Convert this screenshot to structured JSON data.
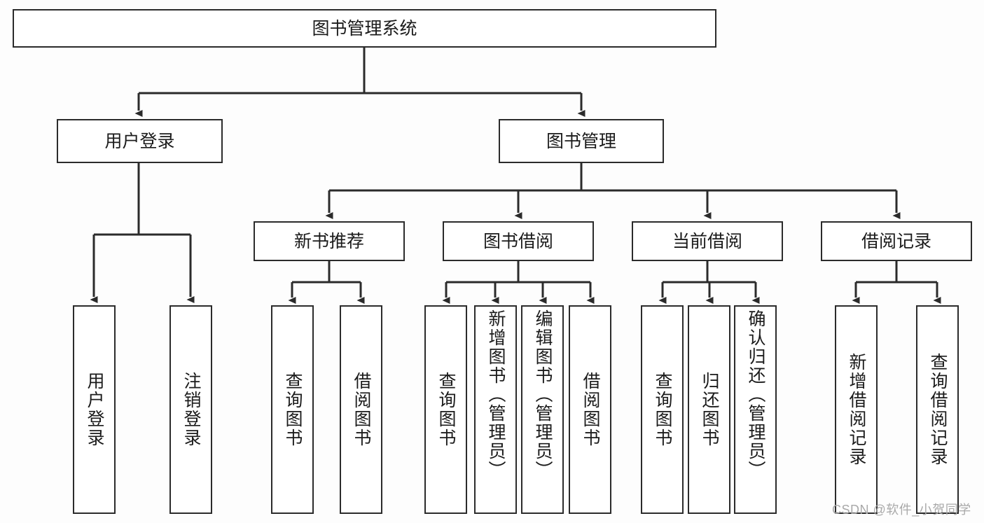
{
  "diagram": {
    "type": "tree-hierarchy",
    "title": "图书管理系统",
    "orientation": "top-down",
    "edge_style": "orthogonal-arrow",
    "colors": {
      "background": "#fdfdfd",
      "node_fill": "#ffffff",
      "node_border": "#2b2b2b",
      "edge": "#2b2b2b",
      "text": "#1b1b1b",
      "watermark": "#a9a9a9"
    },
    "root": {
      "label": "图书管理系统",
      "level": 1
    },
    "level2": [
      {
        "label": "用户登录",
        "level": 2
      },
      {
        "label": "图书管理",
        "level": 2
      }
    ],
    "level3": [
      {
        "label": "新书推荐",
        "level": 3,
        "parent": "图书管理"
      },
      {
        "label": "图书借阅",
        "level": 3,
        "parent": "图书管理"
      },
      {
        "label": "当前借阅",
        "level": 3,
        "parent": "图书管理"
      },
      {
        "label": "借阅记录",
        "level": 3,
        "parent": "图书管理"
      }
    ],
    "leaves": [
      {
        "label": "用户登录",
        "parent": "用户登录",
        "group": "user-login"
      },
      {
        "label": "注销登录",
        "parent": "用户登录",
        "group": "user-login"
      },
      {
        "label": "查询图书",
        "parent": "新书推荐",
        "group": "new-book-recommend"
      },
      {
        "label": "借阅图书",
        "parent": "新书推荐",
        "group": "new-book-recommend"
      },
      {
        "label": "查询图书",
        "parent": "图书借阅",
        "group": "book-borrow"
      },
      {
        "label": "新增图书（管理员）",
        "parent": "图书借阅",
        "group": "book-borrow"
      },
      {
        "label": "编辑图书（管理员）",
        "parent": "图书借阅",
        "group": "book-borrow"
      },
      {
        "label": "借阅图书",
        "parent": "图书借阅",
        "group": "book-borrow"
      },
      {
        "label": "查询图书",
        "parent": "当前借阅",
        "group": "current-borrow"
      },
      {
        "label": "归还图书",
        "parent": "当前借阅",
        "group": "current-borrow"
      },
      {
        "label": "确认归还（管理员）",
        "parent": "当前借阅",
        "group": "current-borrow"
      },
      {
        "label": "新增借阅记录",
        "parent": "借阅记录",
        "group": "borrow-record"
      },
      {
        "label": "查询借阅记录",
        "parent": "借阅记录",
        "group": "borrow-record"
      }
    ],
    "watermark": "CSDN @软件_小贺同学"
  }
}
